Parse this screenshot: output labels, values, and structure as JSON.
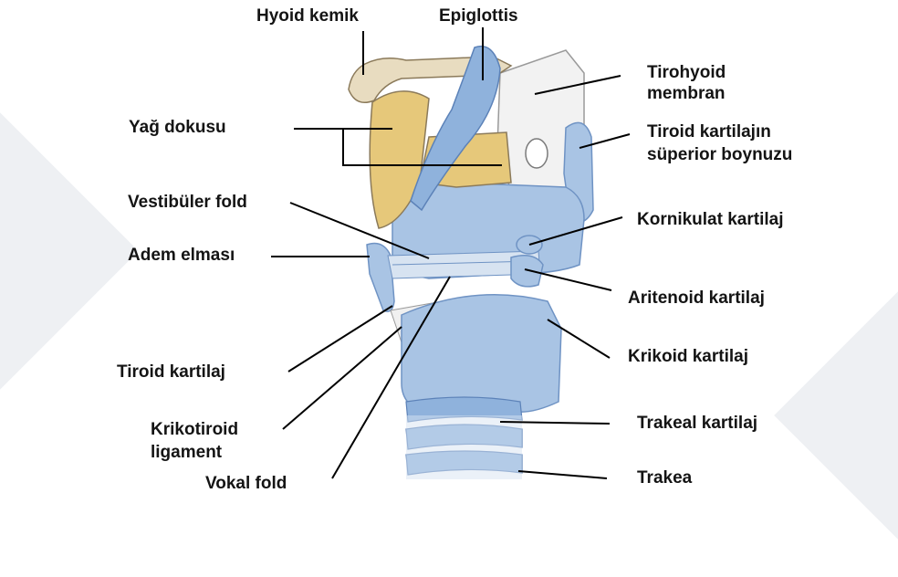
{
  "labels": {
    "hyoid": "Hyoid kemik",
    "epiglottis": "Epiglottis",
    "tirohyoid_1": "Tirohyoid",
    "tirohyoid_2": "membran",
    "yag": "Yağ dokusu",
    "tiroid_boynuz_1": "Tiroid kartilajın",
    "tiroid_boynuz_2": "süperior boynuzu",
    "vestibuler": "Vestibüler fold",
    "kornikulat": "Kornikulat kartilaj",
    "adem": "Adem elması",
    "aritenoid": "Aritenoid kartilaj",
    "krikoid": "Krikoid kartilaj",
    "tiroid": "Tiroid kartilaj",
    "krikotiroid_1": "Krikotiroid",
    "krikotiroid_2": "ligament",
    "trakeal": "Trakeal kartilaj",
    "trakea": "Trakea",
    "vokal": "Vokal fold"
  },
  "colors": {
    "cartilage_blue": "#a9c4e4",
    "cartilage_dark": "#6f93c4",
    "fat_yellow": "#e6c87a",
    "membrane_white": "#f4f4f4",
    "bone": "#e8dcc0",
    "leader_line": "#000000"
  }
}
